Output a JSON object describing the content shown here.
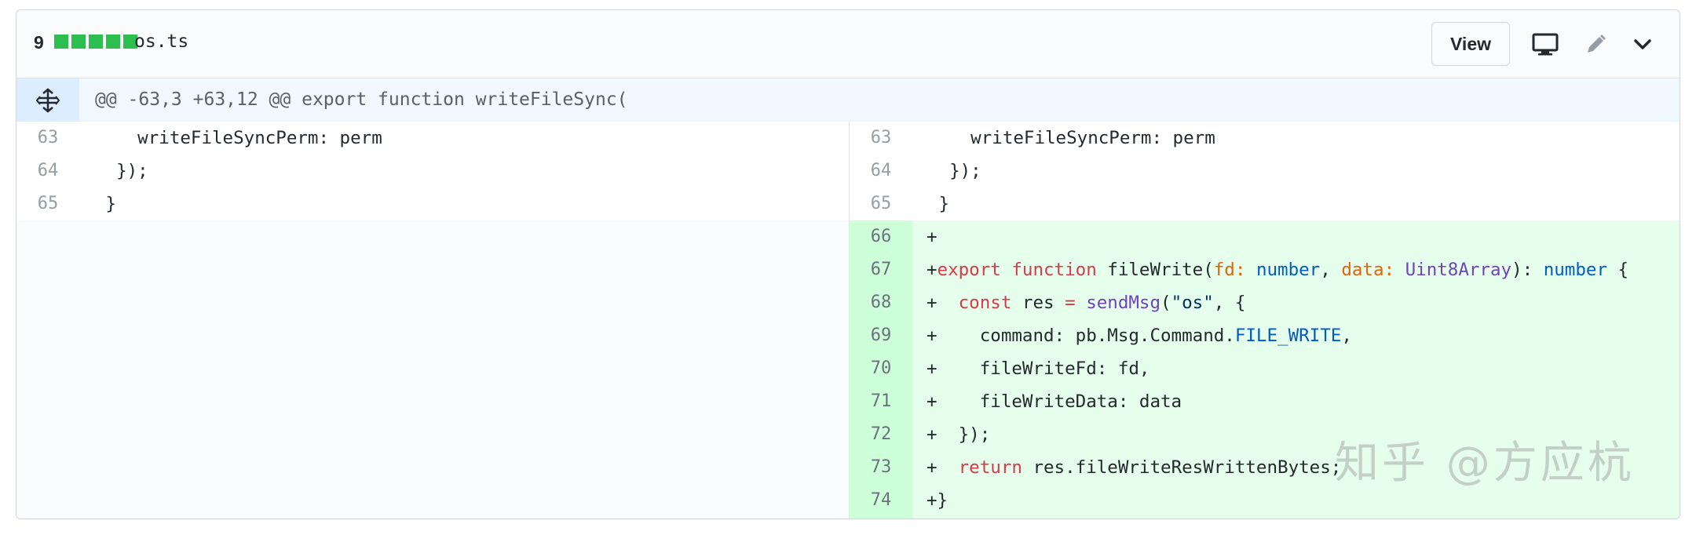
{
  "file_header": {
    "changes_count": "9",
    "diffstat_blocks": 5,
    "file_name": "os.ts",
    "view_button": "View",
    "icons": [
      "desktop-icon",
      "pencil-icon",
      "chevron-down-icon"
    ]
  },
  "hunk": {
    "header": "@@ -63,3 +63,12 @@ export function writeFileSync(",
    "icon": "expand-icon"
  },
  "left": {
    "lines": [
      {
        "num": "63",
        "code": "    writeFileSyncPerm: perm"
      },
      {
        "num": "64",
        "code": "  });"
      },
      {
        "num": "65",
        "code": " }"
      }
    ]
  },
  "right": {
    "context": [
      {
        "num": "63",
        "code": "    writeFileSyncPerm: perm"
      },
      {
        "num": "64",
        "code": "  });"
      },
      {
        "num": "65",
        "code": " }"
      }
    ],
    "added": [
      {
        "num": "66",
        "plain": "+"
      },
      {
        "num": "67",
        "parts": [
          "+",
          "export",
          " ",
          "function",
          " fileWrite(",
          "fd:",
          " ",
          "number",
          ", ",
          "data:",
          " ",
          "Uint8Array",
          "): ",
          "number",
          " {"
        ]
      },
      {
        "num": "68",
        "parts": [
          "+  ",
          "const",
          " res ",
          "=",
          " ",
          "sendMsg",
          "(",
          "\"os\"",
          ", {"
        ]
      },
      {
        "num": "69",
        "parts": [
          "+    command: pb.Msg.Command.",
          "FILE_WRITE",
          ","
        ]
      },
      {
        "num": "70",
        "plain": "+    fileWriteFd: fd,"
      },
      {
        "num": "71",
        "plain": "+    fileWriteData: data"
      },
      {
        "num": "72",
        "plain": "+  });"
      },
      {
        "num": "73",
        "parts": [
          "+  ",
          "return",
          " res.fileWriteResWrittenBytes;"
        ]
      },
      {
        "num": "74",
        "plain": "+}"
      }
    ]
  },
  "watermark": "知乎 @方应杭",
  "colors": {
    "diffstat_green": "#2cbe4e",
    "added_bg": "#e6ffed",
    "added_gutter": "#cdffd8",
    "hunk_bg": "#f1f8ff"
  }
}
